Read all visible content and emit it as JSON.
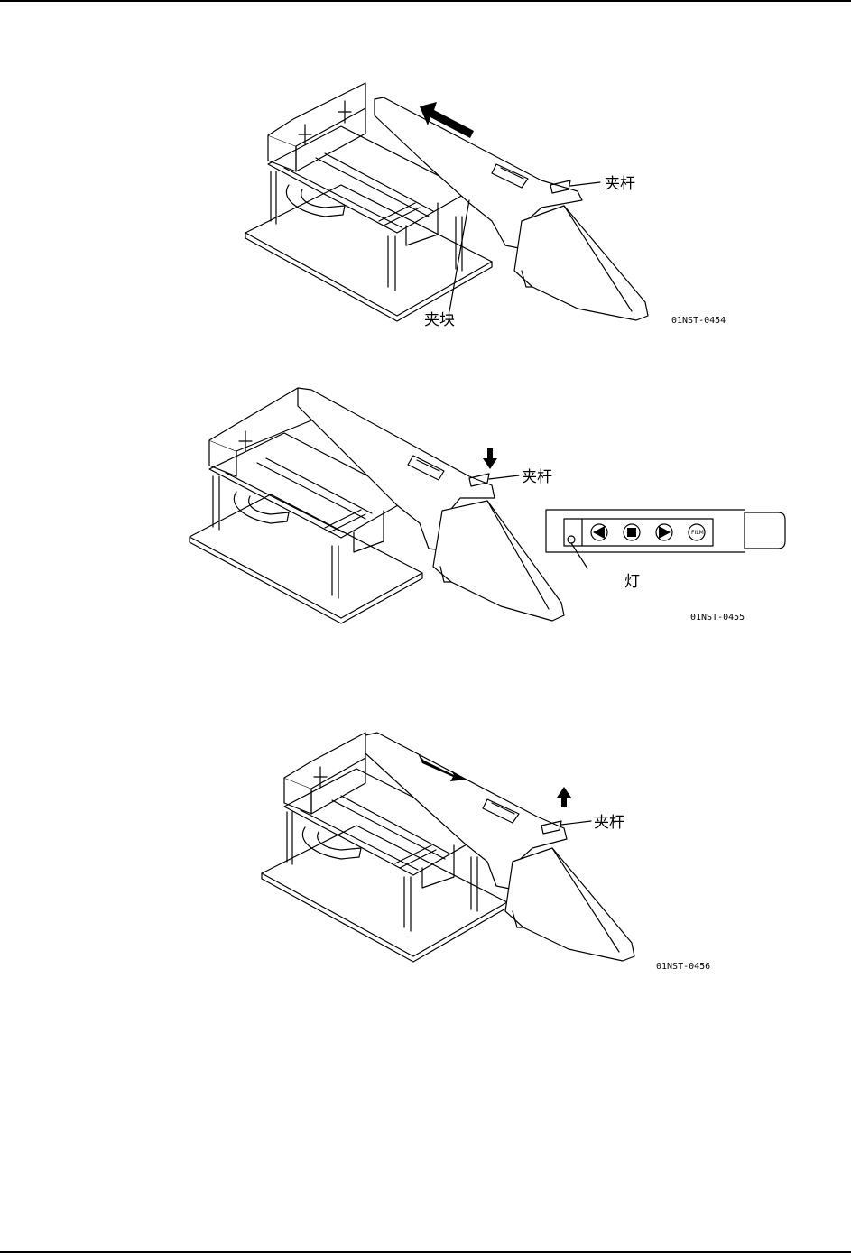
{
  "figures": [
    {
      "code": "01NST-0454",
      "labels": {
        "lever": "夹杆",
        "block": "夹块"
      }
    },
    {
      "code": "01NST-0455",
      "labels": {
        "lever": "夹杆",
        "lamp": "灯"
      },
      "panel": {
        "button": "FILM"
      }
    },
    {
      "code": "01NST-0456",
      "labels": {
        "lever": "夹杆"
      }
    }
  ]
}
